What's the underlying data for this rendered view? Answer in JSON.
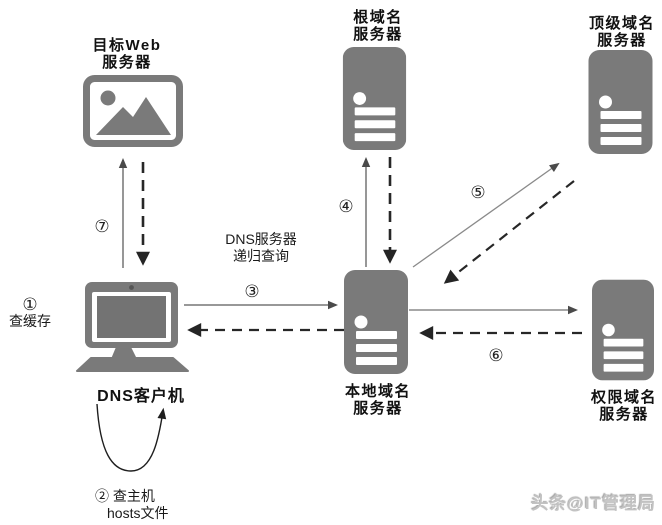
{
  "palette": {
    "icon_gray": "#7a7a7a",
    "screen_gray": "#737373",
    "solid_line": "#8a8a8a",
    "solid_arrowhead": "#4a4a4a",
    "dashed_line": "#272727",
    "text_dark": "#111111"
  },
  "nodes": {
    "web_server": {
      "label_line1": "目标Web",
      "label_line2": "服务器",
      "icon": "picture-icon"
    },
    "root_server": {
      "label_line1": "根域名",
      "label_line2": "服务器",
      "icon": "server-icon"
    },
    "tld_server": {
      "label_line1": "顶级域名",
      "label_line2": "服务器",
      "icon": "server-icon"
    },
    "local_server": {
      "label_line1": "本地域名",
      "label_line2": "服务器",
      "icon": "server-icon"
    },
    "auth_server": {
      "label_line1": "权限域名",
      "label_line2": "服务器",
      "icon": "server-icon"
    },
    "dns_client": {
      "label": "DNS客户机",
      "icon": "monitor-icon"
    }
  },
  "annotations": {
    "step1": {
      "number": "①",
      "text": "查缓存"
    },
    "step2": {
      "line1": "② 查主机",
      "line2": "hosts文件"
    },
    "step3": {
      "number": "③"
    },
    "step4": {
      "number": "④"
    },
    "step5": {
      "number": "⑤"
    },
    "step6": {
      "number": "⑥"
    },
    "step7": {
      "number": "⑦"
    },
    "recursive_query": {
      "line1": "DNS服务器",
      "line2": "递归查询"
    }
  },
  "watermark": {
    "text": "头条@IT管理局"
  }
}
